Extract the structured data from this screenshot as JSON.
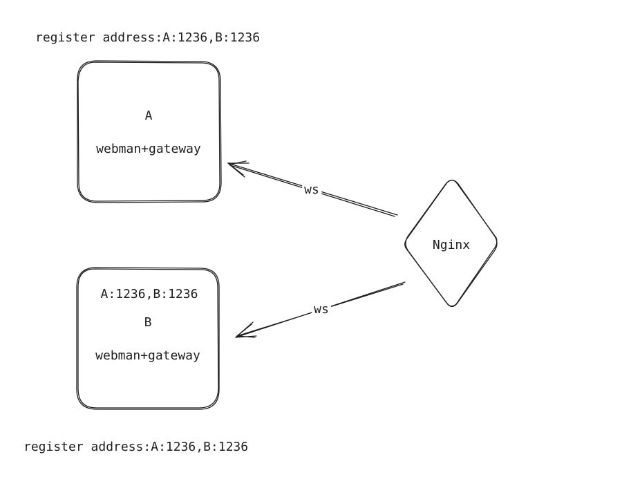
{
  "diagram": {
    "register_top": "register address:A:1236,B:1236",
    "register_bottom": "register address:A:1236,B:1236",
    "node_a": {
      "name": "A",
      "subtitle": "webman+gateway"
    },
    "node_b": {
      "header": "A:1236,B:1236",
      "name": "B",
      "subtitle": "webman+gateway"
    },
    "nginx": {
      "label": "Nginx"
    },
    "edges": [
      {
        "from": "nginx",
        "to": "node_a",
        "label": "ws"
      },
      {
        "from": "nginx",
        "to": "node_b",
        "label": "ws"
      }
    ]
  }
}
